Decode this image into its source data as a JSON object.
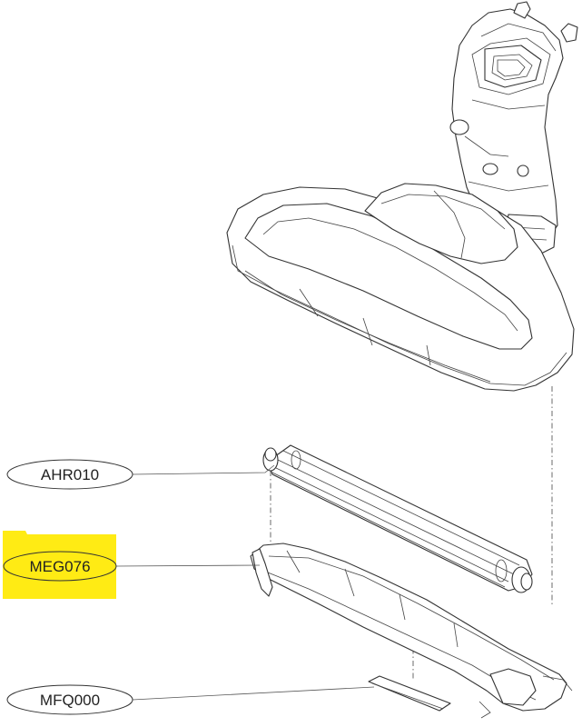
{
  "callouts": [
    {
      "id": "AHR010",
      "label": "AHR010",
      "highlighted": false
    },
    {
      "id": "MEG076",
      "label": "MEG076",
      "highlighted": true
    },
    {
      "id": "MFQ000",
      "label": "MFQ000",
      "highlighted": false
    }
  ],
  "colors": {
    "highlight": "#FFEB14",
    "line": "#333333",
    "background": "#ffffff"
  },
  "parts": [
    {
      "name": "nozzle-head-assembly"
    },
    {
      "name": "agitator-brush-roll"
    },
    {
      "name": "brush-frame-cover"
    },
    {
      "name": "bottom-strip-pad"
    }
  ]
}
